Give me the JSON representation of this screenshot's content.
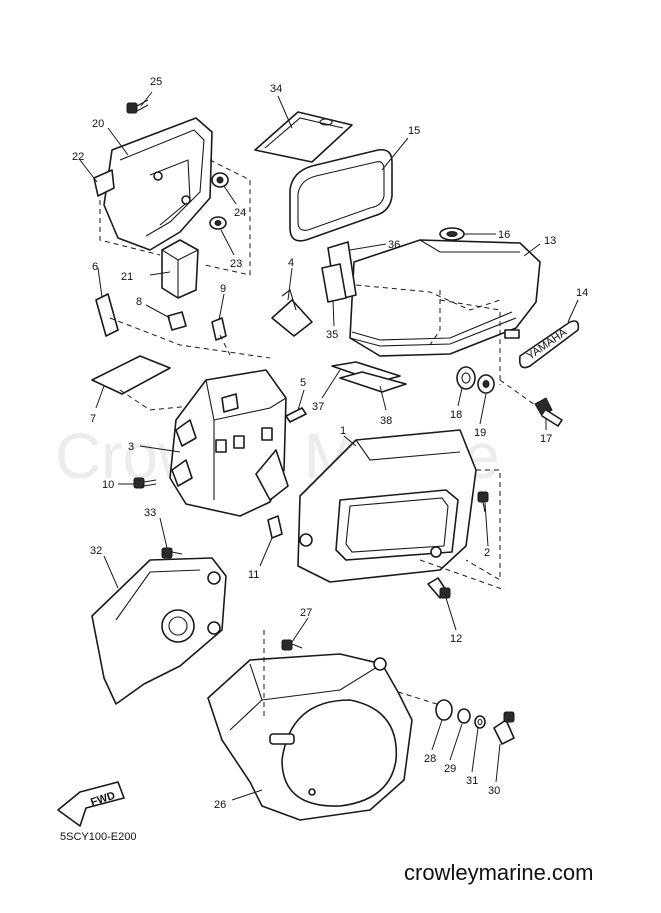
{
  "watermark": "Crowley Marine",
  "diagram_code": "5SCY100-E200",
  "site_url": "crowleymarine.com",
  "fwd_label": "FWD",
  "emblem_text": "YAMAHA",
  "callouts": [
    {
      "id": "c1",
      "label": "1"
    },
    {
      "id": "c2",
      "label": "2"
    },
    {
      "id": "c3",
      "label": "3"
    },
    {
      "id": "c4",
      "label": "4"
    },
    {
      "id": "c5",
      "label": "5"
    },
    {
      "id": "c6",
      "label": "6"
    },
    {
      "id": "c7",
      "label": "7"
    },
    {
      "id": "c8",
      "label": "8"
    },
    {
      "id": "c9",
      "label": "9"
    },
    {
      "id": "c10",
      "label": "10"
    },
    {
      "id": "c11",
      "label": "11"
    },
    {
      "id": "c12",
      "label": "12"
    },
    {
      "id": "c13",
      "label": "13"
    },
    {
      "id": "c14",
      "label": "14"
    },
    {
      "id": "c15",
      "label": "15"
    },
    {
      "id": "c16",
      "label": "16"
    },
    {
      "id": "c17",
      "label": "17"
    },
    {
      "id": "c18",
      "label": "18"
    },
    {
      "id": "c19",
      "label": "19"
    },
    {
      "id": "c20",
      "label": "20"
    },
    {
      "id": "c21",
      "label": "21"
    },
    {
      "id": "c22",
      "label": "22"
    },
    {
      "id": "c23",
      "label": "23"
    },
    {
      "id": "c24",
      "label": "24"
    },
    {
      "id": "c25",
      "label": "25"
    },
    {
      "id": "c26",
      "label": "26"
    },
    {
      "id": "c27",
      "label": "27"
    },
    {
      "id": "c28",
      "label": "28"
    },
    {
      "id": "c29",
      "label": "29"
    },
    {
      "id": "c30",
      "label": "30"
    },
    {
      "id": "c31",
      "label": "31"
    },
    {
      "id": "c32",
      "label": "32"
    },
    {
      "id": "c33",
      "label": "33"
    },
    {
      "id": "c34",
      "label": "34"
    },
    {
      "id": "c35",
      "label": "35"
    },
    {
      "id": "c36",
      "label": "36"
    },
    {
      "id": "c37",
      "label": "37"
    },
    {
      "id": "c38",
      "label": "38"
    }
  ]
}
